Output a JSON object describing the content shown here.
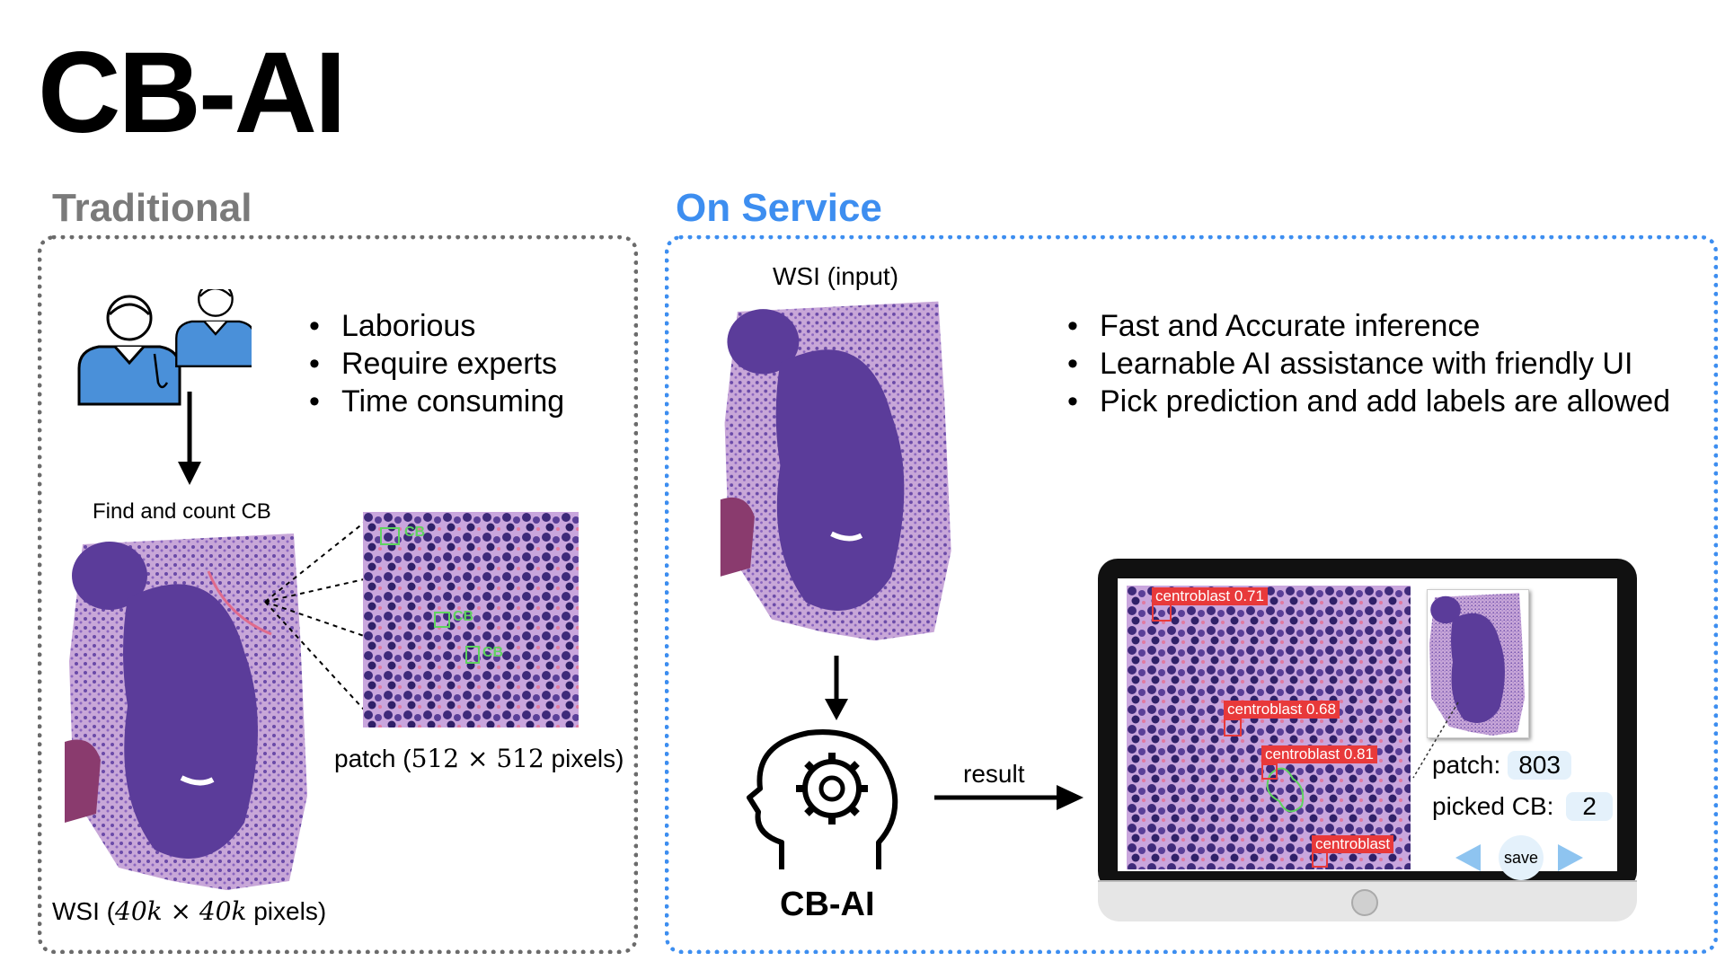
{
  "title": "CB-AI",
  "traditional": {
    "heading": "Traditional",
    "bullets": [
      "Laborious",
      "Require experts",
      "Time consuming"
    ],
    "find_label": "Find and count CB",
    "patch_label_prefix": "patch (",
    "patch_label_math": "512 × 512",
    "patch_label_suffix": " pixels)",
    "wsi_label_prefix": "WSI (",
    "wsi_label_math": "40k × 40k",
    "wsi_label_suffix": " pixels)",
    "patch_box_labels": [
      "CB",
      "CB",
      "CB"
    ]
  },
  "service": {
    "heading": "On Service",
    "bullets": [
      "Fast and Accurate inference",
      "Learnable AI assistance with friendly UI",
      "Pick prediction and add labels are allowed"
    ],
    "wsi_input_label": "WSI (input)",
    "model_label": "CB-AI",
    "result_label": "result",
    "detections": [
      "centroblast  0.71",
      "centroblast  0.68",
      "centroblast  0.81",
      "centroblast"
    ],
    "ui": {
      "patch_label": "patch:",
      "patch_value": "803",
      "picked_label": "picked CB:",
      "picked_value": "2",
      "save_label": "save"
    }
  },
  "colors": {
    "traditional": "#7a7a7a",
    "service": "#3d8ef0",
    "doctor": "#4a90d9",
    "tissue_dark": "#5b3c9a",
    "tissue_light": "#b08fcf",
    "detection": "#e8393a",
    "cb_box": "#5fd35f"
  }
}
